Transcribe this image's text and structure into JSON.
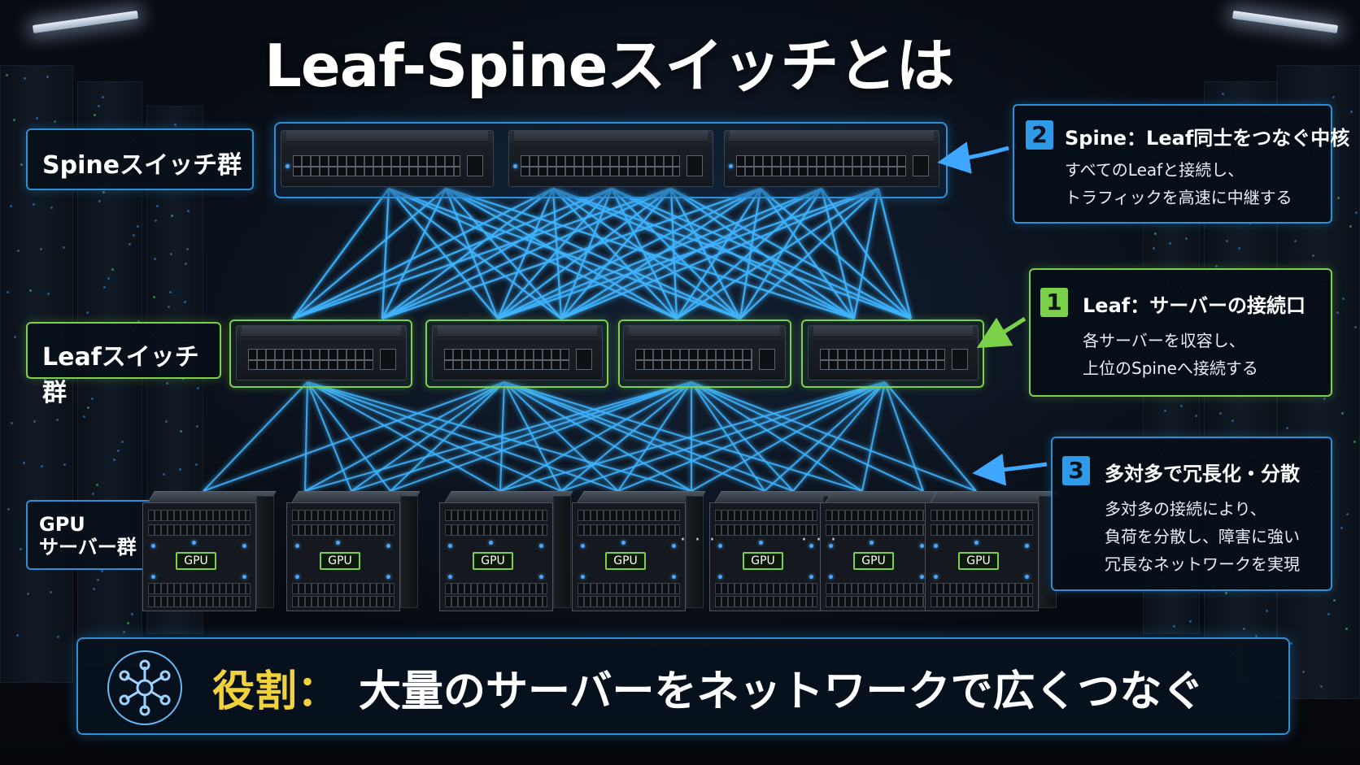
{
  "title": "Leaf-Spineスイッチとは",
  "groups": {
    "spine": "Spineスイッチ群",
    "leaf": "Leafスイッチ群",
    "gpu_line1": "GPU",
    "gpu_line2": "サーバー群"
  },
  "server_label": "GPU",
  "ellipsis": "· · ·",
  "callouts": {
    "spine": {
      "number": "2",
      "heading": "Spine：Leaf同士をつなぐ中核",
      "line1": "すべてのLeafと接続し、",
      "line2": "トラフィックを高速に中継する"
    },
    "leaf": {
      "number": "1",
      "heading": "Leaf：サーバーの接続口",
      "line1": "各サーバーを収容し、",
      "line2": "上位のSpineへ接続する"
    },
    "multi": {
      "number": "3",
      "heading": "多対多で冗長化・分散",
      "line1": "多対多の接続により、",
      "line2": "負荷を分散し、障害に強い",
      "line3": "冗長なネットワークを実現"
    }
  },
  "banner": {
    "role_label": "役割：",
    "text": "大量のサーバーをネットワークで広くつなぐ",
    "icon": "network-hub-icon"
  },
  "colors": {
    "accent_blue": "#2f8fd6",
    "accent_green": "#7bd14a",
    "link_cyan": "#3fb4ff",
    "role_yellow": "#f2d23a"
  }
}
